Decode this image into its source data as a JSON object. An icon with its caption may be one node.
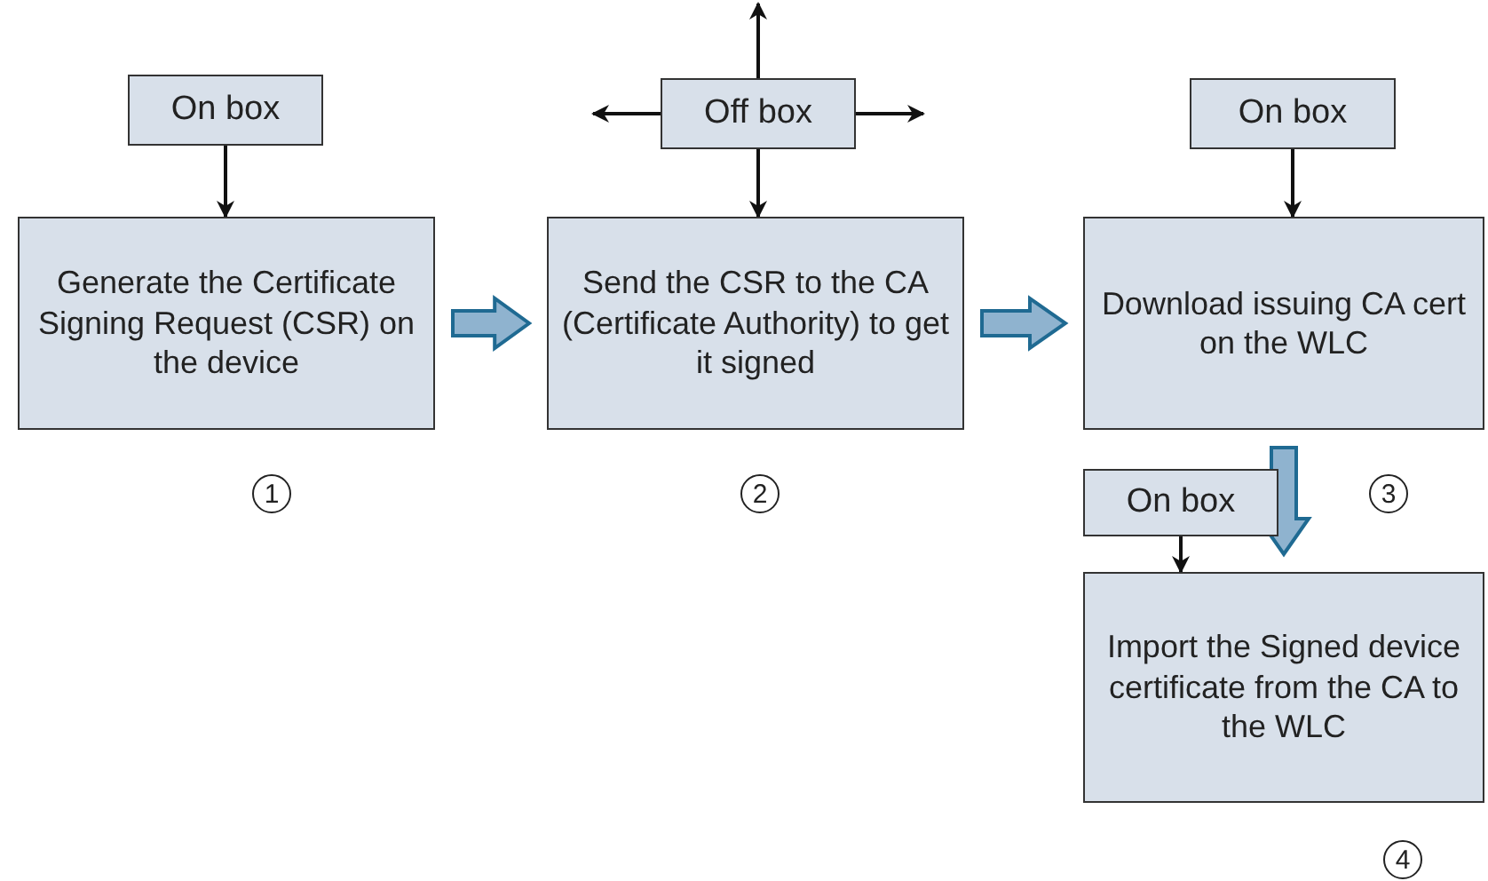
{
  "diagram": {
    "nodes": [
      {
        "text": [
          "On box"
        ]
      },
      {
        "text": [
          "Generate the Certificate Signing Request (CSR) on the device"
        ],
        "beside": [
          "1"
        ]
      },
      {
        "text": [
          "Off box"
        ]
      },
      {
        "text": [
          "Send the CSR to the CA (Certificate Authority) to get it signed"
        ],
        "beside": [
          "2"
        ]
      },
      {
        "text": [
          "On box"
        ]
      },
      {
        "text": [
          "Download issuing CA cert on the WLC"
        ],
        "beside": [
          "3"
        ]
      },
      {
        "text": [
          "On box"
        ]
      },
      {
        "text": [
          "Import the Signed device certificate from the CA to the WLC"
        ],
        "beside": [
          "4"
        ]
      }
    ],
    "edges": [
      {
        "from": 0,
        "to": 1,
        "arrow": "to"
      },
      {
        "from": 2,
        "to": 3,
        "arrow": "to"
      },
      {
        "from": 2,
        "to": null,
        "arrow": "to"
      },
      {
        "from": 2,
        "to": null,
        "arrow": "to"
      },
      {
        "from": 2,
        "to": null,
        "arrow": "to"
      },
      {
        "from": 4,
        "to": 5,
        "arrow": "to"
      },
      {
        "from": 6,
        "to": 7,
        "arrow": "to"
      },
      {
        "from": 1,
        "to": 3,
        "arrow": "to",
        "style": "thick",
        "color": "#1f6a92"
      },
      {
        "from": 3,
        "to": 5,
        "arrow": "to",
        "style": "thick",
        "color": "#1f6a92"
      },
      {
        "from": 5,
        "to": 7,
        "arrow": "to",
        "style": "thick",
        "color": "#1f6a92"
      }
    ]
  }
}
